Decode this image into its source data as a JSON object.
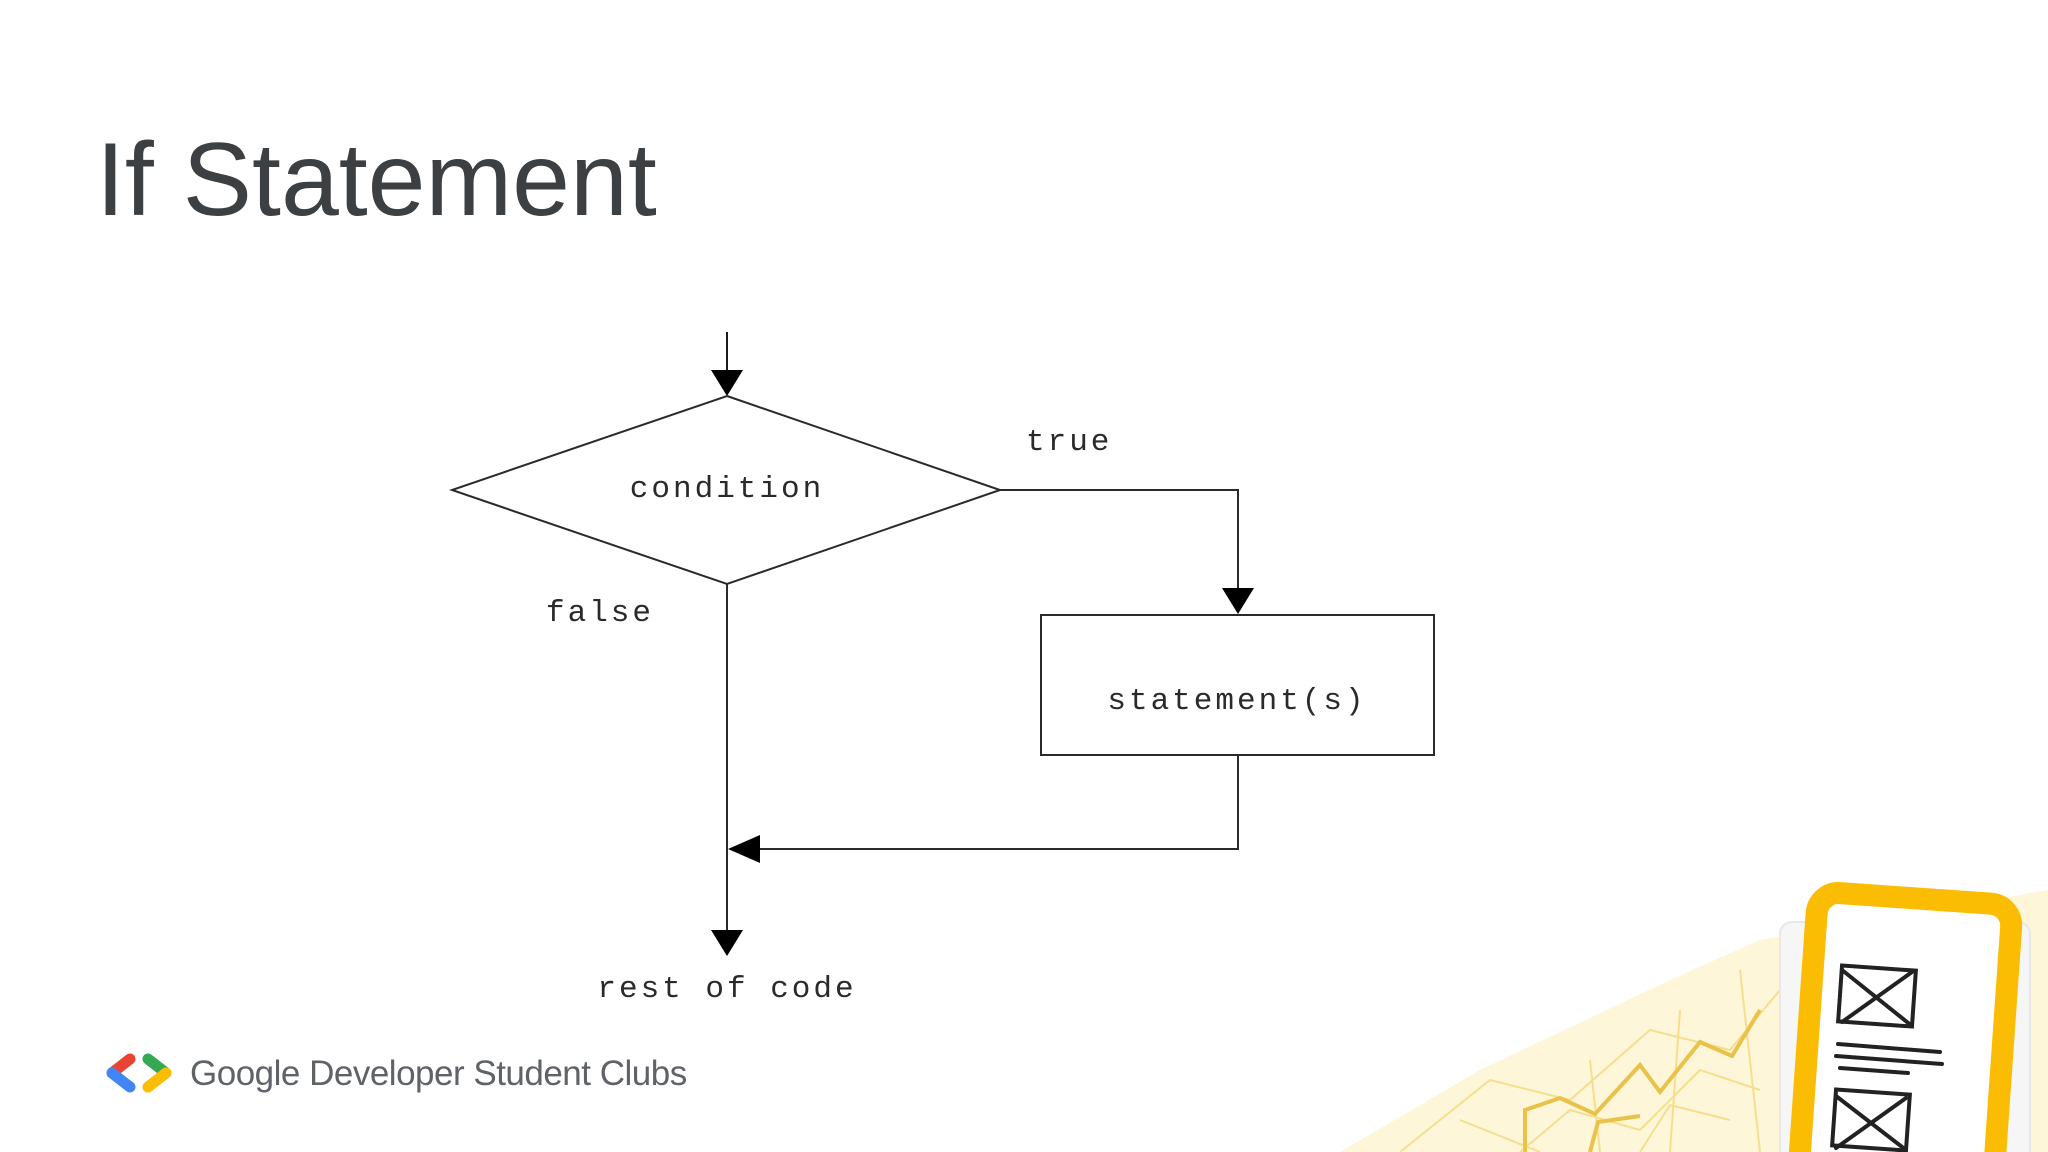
{
  "slide": {
    "title": "If Statement"
  },
  "diagram": {
    "decision": {
      "label": "condition"
    },
    "edges": {
      "true_label": "true",
      "false_label": "false"
    },
    "process": {
      "label": "statement(s)"
    },
    "end": {
      "label": "rest of code"
    }
  },
  "footer": {
    "brand": "Google Developer Student Clubs",
    "logo_icon": "gdsc-brackets-icon",
    "colors": {
      "blue": "#4285F4",
      "red": "#EA4335",
      "green": "#34A853",
      "yellow": "#FBBC04"
    }
  },
  "decoration": {
    "icon": "wireframe-tablet-icon",
    "accent": "#FBBC04"
  }
}
